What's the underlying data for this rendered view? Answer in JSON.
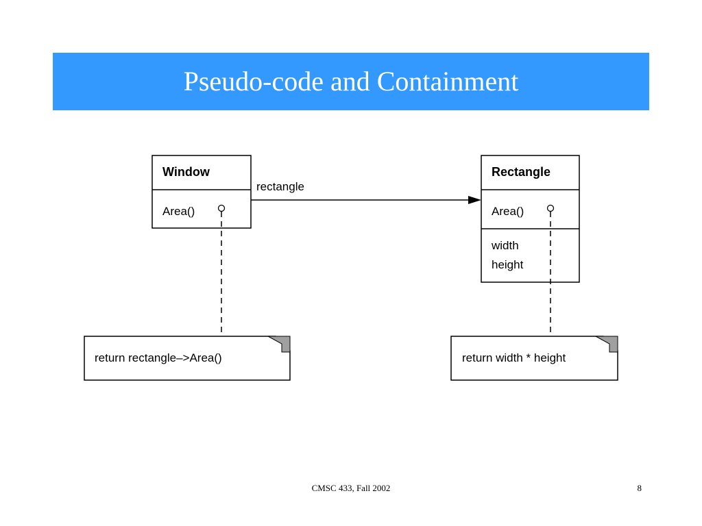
{
  "slide": {
    "title": "Pseudo-code and Containment",
    "footer": "CMSC 433, Fall 2002",
    "page_number": "8",
    "title_bar_color": "#3399ff"
  },
  "diagram": {
    "window_class": {
      "name": "Window",
      "operation": "Area()"
    },
    "rectangle_class": {
      "name": "Rectangle",
      "operation": "Area()",
      "attributes": [
        "width",
        "height"
      ]
    },
    "association_label": "rectangle",
    "window_note": "return rectangle–>Area()",
    "rectangle_note": "return width * height"
  }
}
